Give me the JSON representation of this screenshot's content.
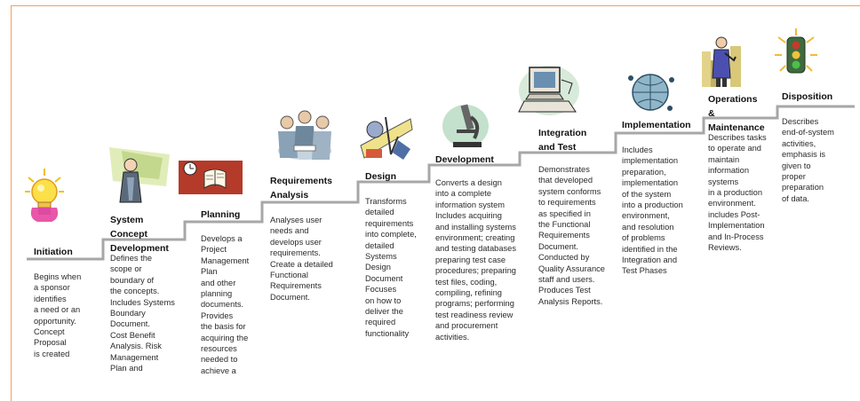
{
  "phases": [
    {
      "title": "Initiation",
      "description": "Begins when\na sponsor\nidentifies\na need or an\nopportunity.\nConcept\nProposal\nis created",
      "icon": "lightbulb-icon"
    },
    {
      "title": "System Concept\nDevelopment",
      "description": "Defines the\nscope or\nboundary of\nthe concepts.\nIncludes Systems\nBoundary\nDocument.\nCost Benefit\nAnalysis. Risk\nManagement\nPlan and",
      "icon": "thinking-person-icon"
    },
    {
      "title": "Planning",
      "description": "Develops a\nProject\nManagement\nPlan\nand other\nplanning\ndocuments.\nProvides\nthe basis for\nacquiring the\nresources\nneeded to\nachieve a",
      "icon": "open-book-clock-icon"
    },
    {
      "title": "Requirements\nAnalysis",
      "description": "Analyses user\nneeds and\ndevelops user\nrequirements.\nCreate a detailed\nFunctional\nRequirements\nDocument.",
      "icon": "meeting-group-icon"
    },
    {
      "title": "Design",
      "description": "Transforms\ndetailed\nrequirements\ninto complete,\ndetailed\nSystems\nDesign\nDocument\nFocuses\non how to\ndeliver the\nrequired\nfunctionality",
      "icon": "design-tools-icon"
    },
    {
      "title": "Development",
      "description": "Converts a design\ninto a complete\ninformation system\nIncludes acquiring\nand installing systems\nenvironment; creating\nand testing databases\npreparing test case\nprocedures; preparing\ntest files, coding,\ncompiling, refining\nprograms; performing\ntest readiness review\nand procurement\nactivities.",
      "icon": "microscope-icon"
    },
    {
      "title": "Integration\nand Test",
      "description": "Demonstrates\nthat developed\nsystem conforms\nto requirements\nas specified in\nthe Functional\nRequirements\nDocument.\nConducted by\nQuality Assurance\nstaff and users.\nProduces Test\nAnalysis Reports.",
      "icon": "computer-icon"
    },
    {
      "title": "Implementation",
      "description": "Includes\nimplementation\npreparation,\nimplementation\nof the system\ninto a production\nenvironment,\nand resolution\nof problems\nidentified in the\nIntegration and\nTest Phases",
      "icon": "globe-network-icon"
    },
    {
      "title": "Operations &\nMaintenance",
      "description": "Describes tasks\nto operate and\nmaintain\ninformation\nsystems\nin a production\nenvironment.\nincludes Post-\nImplementation\nand In-Process\nReviews.",
      "icon": "businessman-city-icon"
    },
    {
      "title": "Disposition",
      "description": "Describes\nend-of-system\nactivities,\nemphasis is\ngiven to\nproper\npreparation\nof data.",
      "icon": "traffic-light-icon"
    }
  ]
}
